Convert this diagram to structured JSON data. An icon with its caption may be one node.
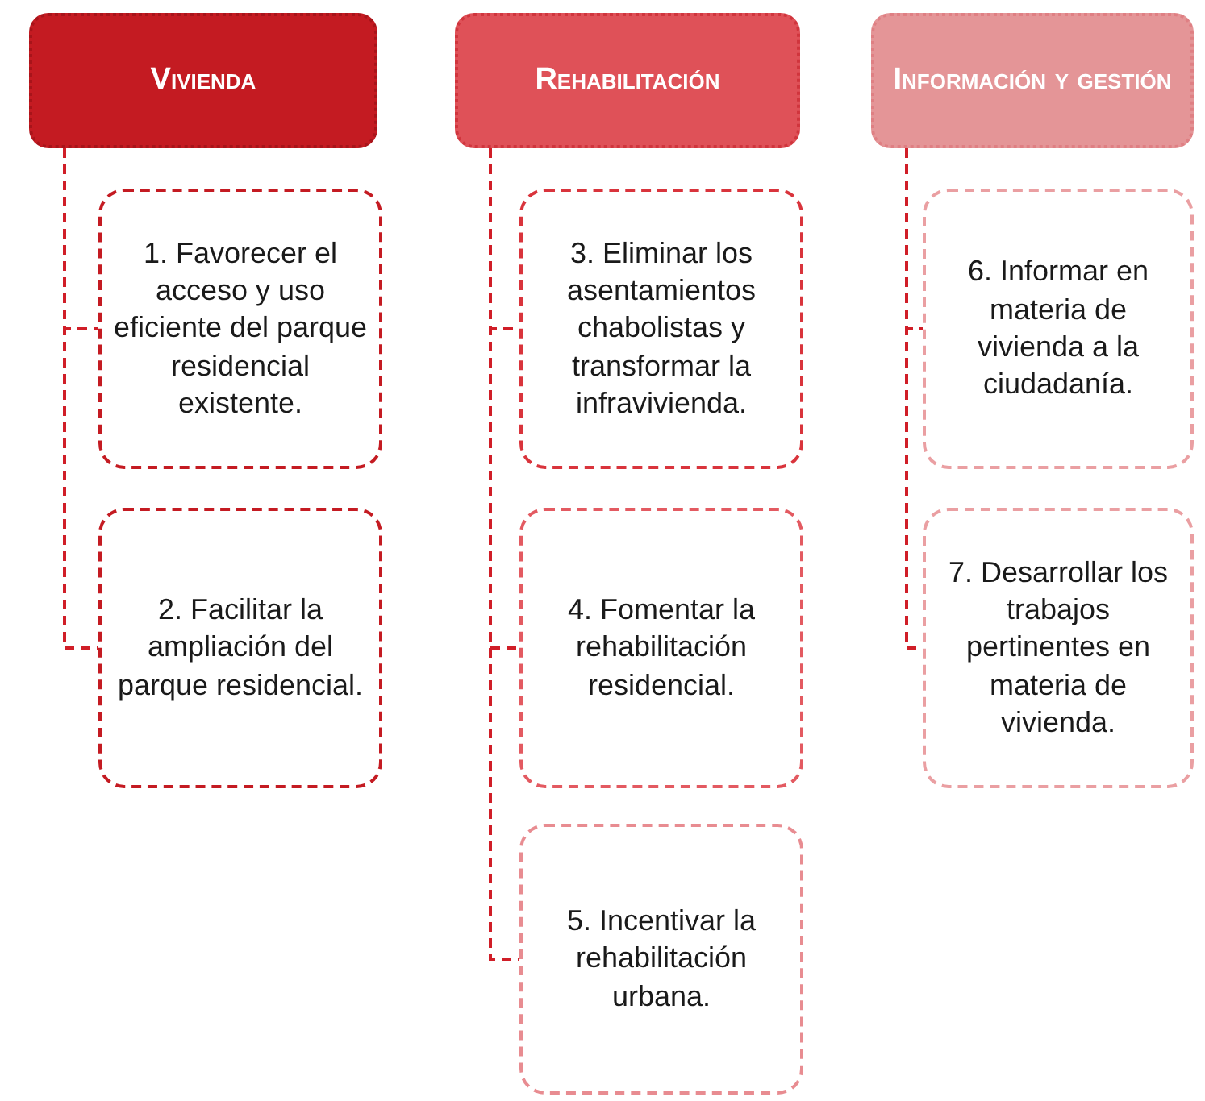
{
  "diagram": {
    "nodes": [
      {
        "text": [
          "Vivienda"
        ]
      },
      {
        "text": [
          "1. Favorecer el acceso y uso eficiente del parque residencial existente."
        ]
      },
      {
        "text": [
          "2. Facilitar la ampliación del parque residencial."
        ]
      },
      {
        "text": [
          "Rehabilitación"
        ]
      },
      {
        "text": [
          "3. Eliminar los asentamientos chabolistas y transformar la infravivienda."
        ]
      },
      {
        "text": [
          "4. Fomentar la rehabilitación residencial."
        ]
      },
      {
        "text": [
          "5. Incentivar la rehabilitación urbana."
        ]
      },
      {
        "text": [
          "Información y gestión"
        ]
      },
      {
        "text": [
          "6. Informar en materia de vivienda a la ciudadanía."
        ]
      },
      {
        "text": [
          "7. Desarrollar los trabajos pertinentes en materia de vivienda."
        ]
      }
    ],
    "edges": [
      {
        "from": 0,
        "to": 1,
        "arrow": "none",
        "style": "dashed"
      },
      {
        "from": 0,
        "to": 2,
        "arrow": "none",
        "style": "dashed"
      },
      {
        "from": 3,
        "to": 4,
        "arrow": "none",
        "style": "dashed"
      },
      {
        "from": 3,
        "to": 5,
        "arrow": "none",
        "style": "dashed"
      },
      {
        "from": 3,
        "to": 6,
        "arrow": "none",
        "style": "dashed"
      },
      {
        "from": 7,
        "to": 8,
        "arrow": "none",
        "style": "dashed"
      },
      {
        "from": 7,
        "to": 9,
        "arrow": "none",
        "style": "dashed"
      }
    ]
  }
}
